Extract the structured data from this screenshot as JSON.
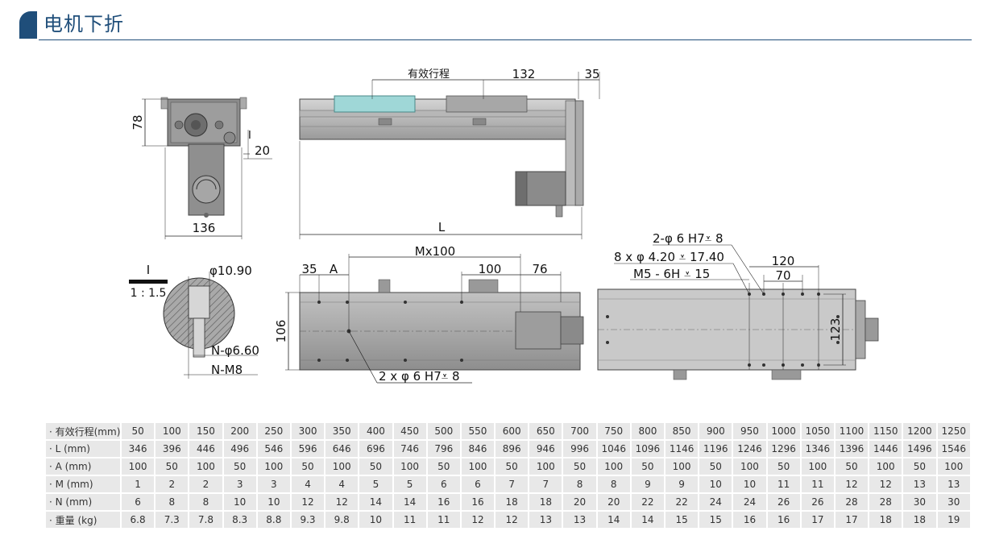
{
  "header": {
    "title": "电机下折"
  },
  "drawing": {
    "labels": {
      "stroke": "有效行程",
      "d132": "132",
      "d35a": "35",
      "d78": "78",
      "d20": "20",
      "d136": "136",
      "L": "L",
      "detail_id": "I",
      "detail_I": "I",
      "scale": "1 : 1.5",
      "dia1090": "φ10.90",
      "ndia": "N-φ6.60",
      "nm8": "N-M8",
      "mx100": "Mx100",
      "d35b": "35",
      "A": "A",
      "d100": "100",
      "d76": "76",
      "d106": "106",
      "hole2x": "2 x φ 6 H7⩡ 8",
      "hole2": "2-φ 6 H7⩡ 8",
      "hole8": "8 x φ 4.20 ⩡ 17.40",
      "m5": "M5 - 6H ⩡ 15",
      "d120": "120",
      "d70": "70",
      "d123": "123"
    }
  },
  "table": {
    "rows": [
      {
        "label": "· 有效行程(mm)",
        "values": [
          "50",
          "100",
          "150",
          "200",
          "250",
          "300",
          "350",
          "400",
          "450",
          "500",
          "550",
          "600",
          "650",
          "700",
          "750",
          "800",
          "850",
          "900",
          "950",
          "1000",
          "1050",
          "1100",
          "1150",
          "1200",
          "1250"
        ]
      },
      {
        "label": "· L (mm)",
        "values": [
          "346",
          "396",
          "446",
          "496",
          "546",
          "596",
          "646",
          "696",
          "746",
          "796",
          "846",
          "896",
          "946",
          "996",
          "1046",
          "1096",
          "1146",
          "1196",
          "1246",
          "1296",
          "1346",
          "1396",
          "1446",
          "1496",
          "1546"
        ]
      },
      {
        "label": "· A (mm)",
        "values": [
          "100",
          "50",
          "100",
          "50",
          "100",
          "50",
          "100",
          "50",
          "100",
          "50",
          "100",
          "50",
          "100",
          "50",
          "100",
          "50",
          "100",
          "50",
          "100",
          "50",
          "100",
          "50",
          "100",
          "50",
          "100"
        ]
      },
      {
        "label": "· M (mm)",
        "values": [
          "1",
          "2",
          "2",
          "3",
          "3",
          "4",
          "4",
          "5",
          "5",
          "6",
          "6",
          "7",
          "7",
          "8",
          "8",
          "9",
          "9",
          "10",
          "10",
          "11",
          "11",
          "12",
          "12",
          "13",
          "13"
        ]
      },
      {
        "label": "· N (mm)",
        "values": [
          "6",
          "8",
          "8",
          "10",
          "10",
          "12",
          "12",
          "14",
          "14",
          "16",
          "16",
          "18",
          "18",
          "20",
          "20",
          "22",
          "22",
          "24",
          "24",
          "26",
          "26",
          "28",
          "28",
          "30",
          "30"
        ]
      },
      {
        "label": "· 重量 (kg)",
        "values": [
          "6.8",
          "7.3",
          "7.8",
          "8.3",
          "8.8",
          "9.3",
          "9.8",
          "10",
          "11",
          "11",
          "12",
          "12",
          "13",
          "13",
          "14",
          "14",
          "15",
          "15",
          "16",
          "16",
          "17",
          "17",
          "18",
          "18",
          "19"
        ]
      }
    ]
  }
}
